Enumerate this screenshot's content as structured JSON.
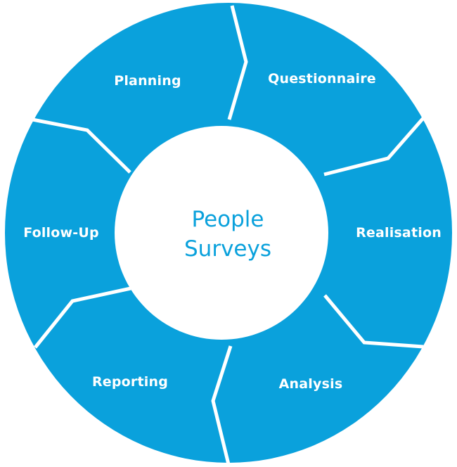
{
  "diagram": {
    "center": {
      "line1": "People",
      "line2": "Surveys"
    },
    "segments": [
      {
        "label": "Planning"
      },
      {
        "label": "Questionnaire"
      },
      {
        "label": "Realisation"
      },
      {
        "label": "Analysis"
      },
      {
        "label": "Reporting"
      },
      {
        "label": "Follow-Up"
      }
    ],
    "colors": {
      "ring": "#0aa1dc",
      "center_text": "#0aa1dc",
      "segment_text": "#ffffff",
      "background": "#ffffff"
    }
  }
}
